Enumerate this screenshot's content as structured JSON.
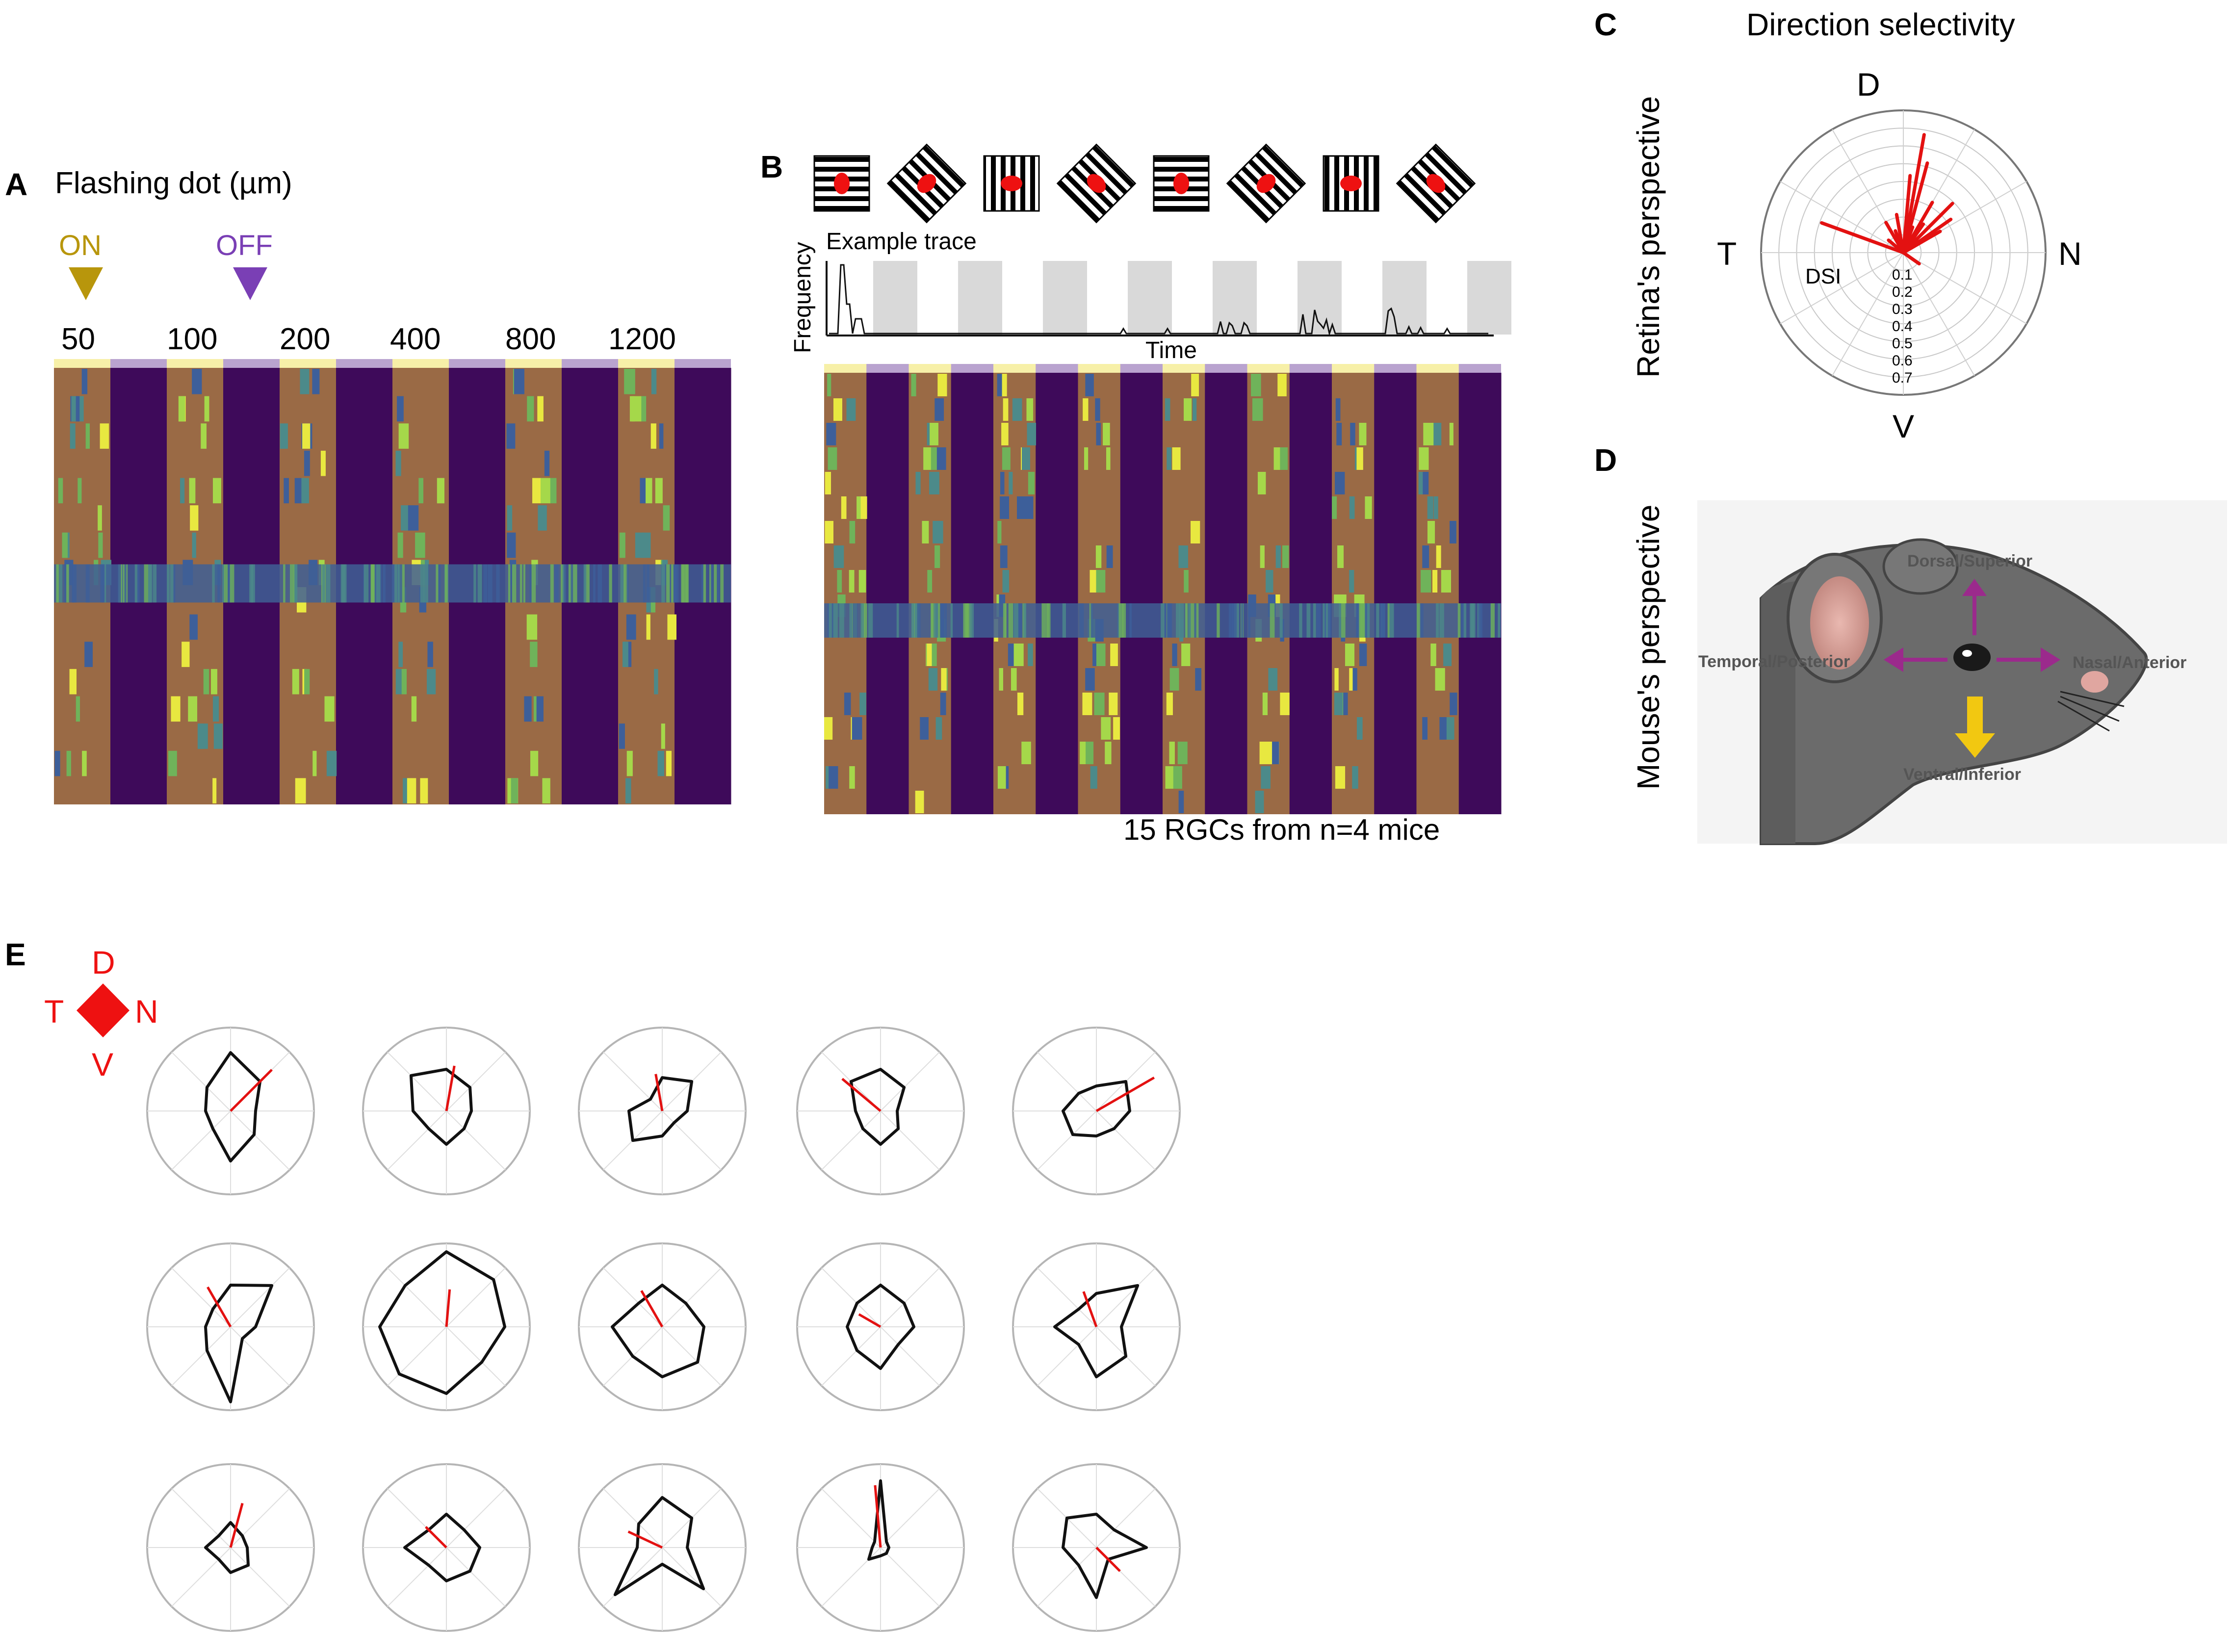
{
  "panels": {
    "A": {
      "label": "A",
      "title": "Flashing dot (µm)",
      "on_label": "ON",
      "off_label": "OFF",
      "sizes": [
        "50",
        "100",
        "200",
        "400",
        "800",
        "1200"
      ],
      "colors": {
        "on": "#b8960c",
        "off": "#7a3fb5",
        "on_band": "#9a6a45",
        "off_band": "#3e0a5a"
      }
    },
    "B": {
      "label": "B",
      "trace_title": "Example trace",
      "y_label": "Frequency",
      "x_label": "Time",
      "footer": "15 RGCs from n=4 mice",
      "grating_count": 8
    },
    "C": {
      "label": "C",
      "title": "Direction selectivity",
      "side_label": "Retina's perspective",
      "dirs": {
        "top": "D",
        "bottom": "V",
        "left": "T",
        "right": "N"
      },
      "dsi_label": "DSI",
      "rings": [
        "0.1",
        "0.2",
        "0.3",
        "0.4",
        "0.5",
        "0.6",
        "0.7"
      ]
    },
    "D": {
      "label": "D",
      "side_label": "Mouse's perspective",
      "dorsal": "Dorsal/Superior",
      "ventral": "Ventral/Inferior",
      "temporal": "Temporal/Posterior",
      "nasal": "Nasal/Anterior"
    },
    "E": {
      "label": "E",
      "dirs": {
        "top": "D",
        "bottom": "V",
        "left": "T",
        "right": "N"
      },
      "accent": "#ee1111"
    }
  },
  "chart_data": {
    "type": "polar",
    "title": "Direction selectivity",
    "radial_ticks": [
      0.1,
      0.2,
      0.3,
      0.4,
      0.5,
      0.6,
      0.7
    ],
    "series": [
      {
        "angle_deg": 80,
        "dsi": 0.62
      },
      {
        "angle_deg": 75,
        "dsi": 0.48
      },
      {
        "angle_deg": 85,
        "dsi": 0.4
      },
      {
        "angle_deg": 60,
        "dsi": 0.3
      },
      {
        "angle_deg": 45,
        "dsi": 0.36
      },
      {
        "angle_deg": 35,
        "dsi": 0.3
      },
      {
        "angle_deg": 30,
        "dsi": 0.22
      },
      {
        "angle_deg": 160,
        "dsi": 0.45
      },
      {
        "angle_deg": 120,
        "dsi": 0.18
      },
      {
        "angle_deg": 100,
        "dsi": 0.2
      },
      {
        "angle_deg": 70,
        "dsi": 0.14
      },
      {
        "angle_deg": 110,
        "dsi": 0.12
      },
      {
        "angle_deg": 55,
        "dsi": 0.18
      },
      {
        "angle_deg": -35,
        "dsi": 0.1
      },
      {
        "angle_deg": 140,
        "dsi": 0.1
      }
    ]
  }
}
